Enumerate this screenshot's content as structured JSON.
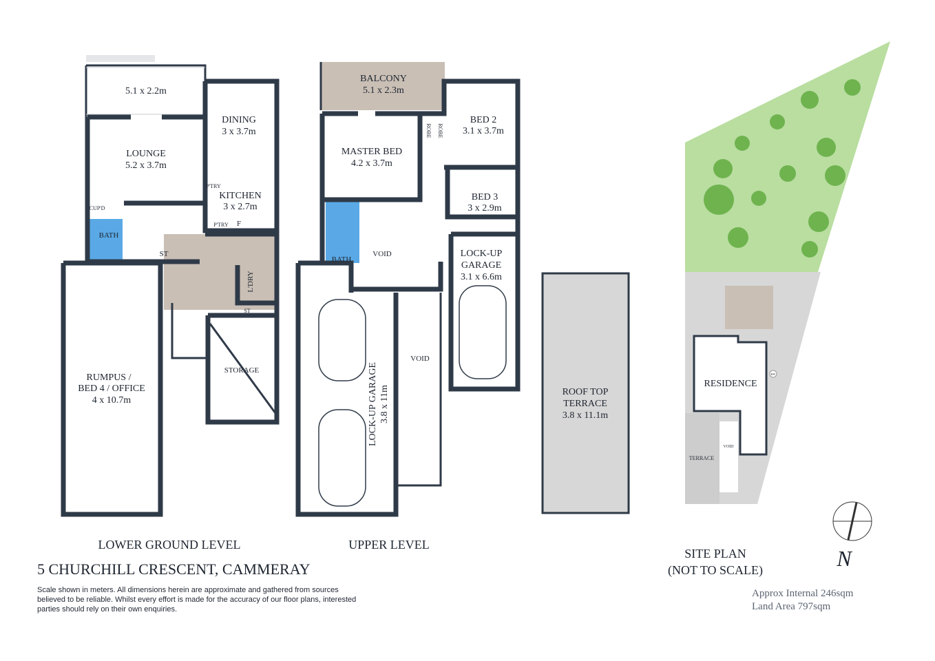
{
  "colors": {
    "wall": "#2f3a48",
    "bath": "#5aa9e6",
    "timber": "#c9bfb5",
    "garden": "#b9dea0",
    "paving": "#d7d7d7"
  },
  "lower": {
    "title": "LOWER GROUND LEVEL",
    "rooms": {
      "front": {
        "dim": "5.1 x 2.2m"
      },
      "lounge": {
        "name": "LOUNGE",
        "dim": "5.2 x 3.7m"
      },
      "dining": {
        "name": "DINING",
        "dim": "3 x 3.7m"
      },
      "kitchen": {
        "name": "KITCHEN",
        "dim": "3 x 2.7m"
      },
      "pantry1": "P'TRY",
      "pantry2": "P'TRY",
      "fridge": "F",
      "cupd": "CUP'D",
      "bath": "BATH",
      "st1": "ST",
      "st2": "ST",
      "laundry": "L'DRY",
      "rumpus": {
        "l1": "RUMPUS /",
        "l2": "BED 4 / OFFICE",
        "dim": "4 x 10.7m"
      },
      "storage": "STORAGE"
    }
  },
  "upper": {
    "title": "UPPER LEVEL",
    "rooms": {
      "balcony": {
        "name": "BALCONY",
        "dim": "5.1 x 2.3m"
      },
      "master": {
        "name": "MASTER BED",
        "dim": "4.2 x 3.7m"
      },
      "robe1": "ROBE",
      "robe2": "ROBE",
      "bed2": {
        "name": "BED 2",
        "dim": "3.1 x 3.7m"
      },
      "bed3": {
        "name": "BED 3",
        "dim": "3 x 2.9m"
      },
      "bath": "BATH",
      "void1": "VOID",
      "void2": "VOID",
      "garage1": {
        "l1": "LOCK-UP",
        "l2": "GARAGE",
        "dim": "3.1 x 6.6m"
      },
      "garage2": "LOCK-UP GARAGE",
      "garage2dim": "3.8 x 11m"
    }
  },
  "roof": {
    "l1": "ROOF TOP",
    "l2": "TERRACE",
    "dim": "3.8 x 11.1m"
  },
  "site": {
    "title1": "SITE PLAN",
    "title2": "(NOT TO SCALE)",
    "residence": "RESIDENCE",
    "terrace": "TERRACE",
    "void": "VOID",
    "hw": "HW",
    "north": "N"
  },
  "address": "5 CHURCHILL CRESCENT, CAMMERAY",
  "disclaimer": "Scale shown in meters. All dimensions herein are approximate and gathered from sources believed to be  reliable. Whilst every effort is made for the accuracy of our floor plans, interested parties should rely on their own enquiries.",
  "area": {
    "internal": "Approx Internal 246sqm",
    "land": "Land Area 797sqm"
  }
}
